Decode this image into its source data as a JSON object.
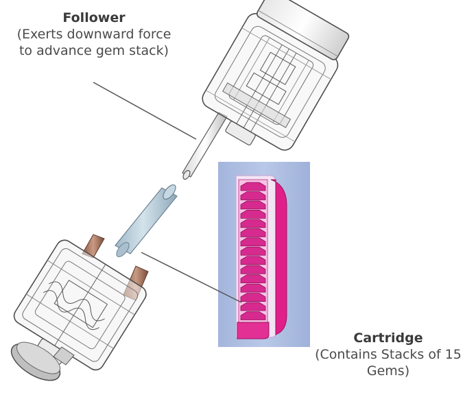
{
  "follower": {
    "title": "Follower",
    "desc_line1": "(Exerts downward force",
    "desc_line2": "to advance gem stack)"
  },
  "cartridge": {
    "title": "Cartridge",
    "desc_line1": "(Contains Stacks of 15",
    "desc_line2": "Gems)"
  },
  "colors": {
    "leader_line": "#555555",
    "body_outline": "#4d4d4d",
    "tube_blue": "#b8cdd9",
    "gem_magenta": "#d62a8f",
    "inset_bg": "#a9b9df"
  },
  "inset": {
    "gem_count": 15
  }
}
